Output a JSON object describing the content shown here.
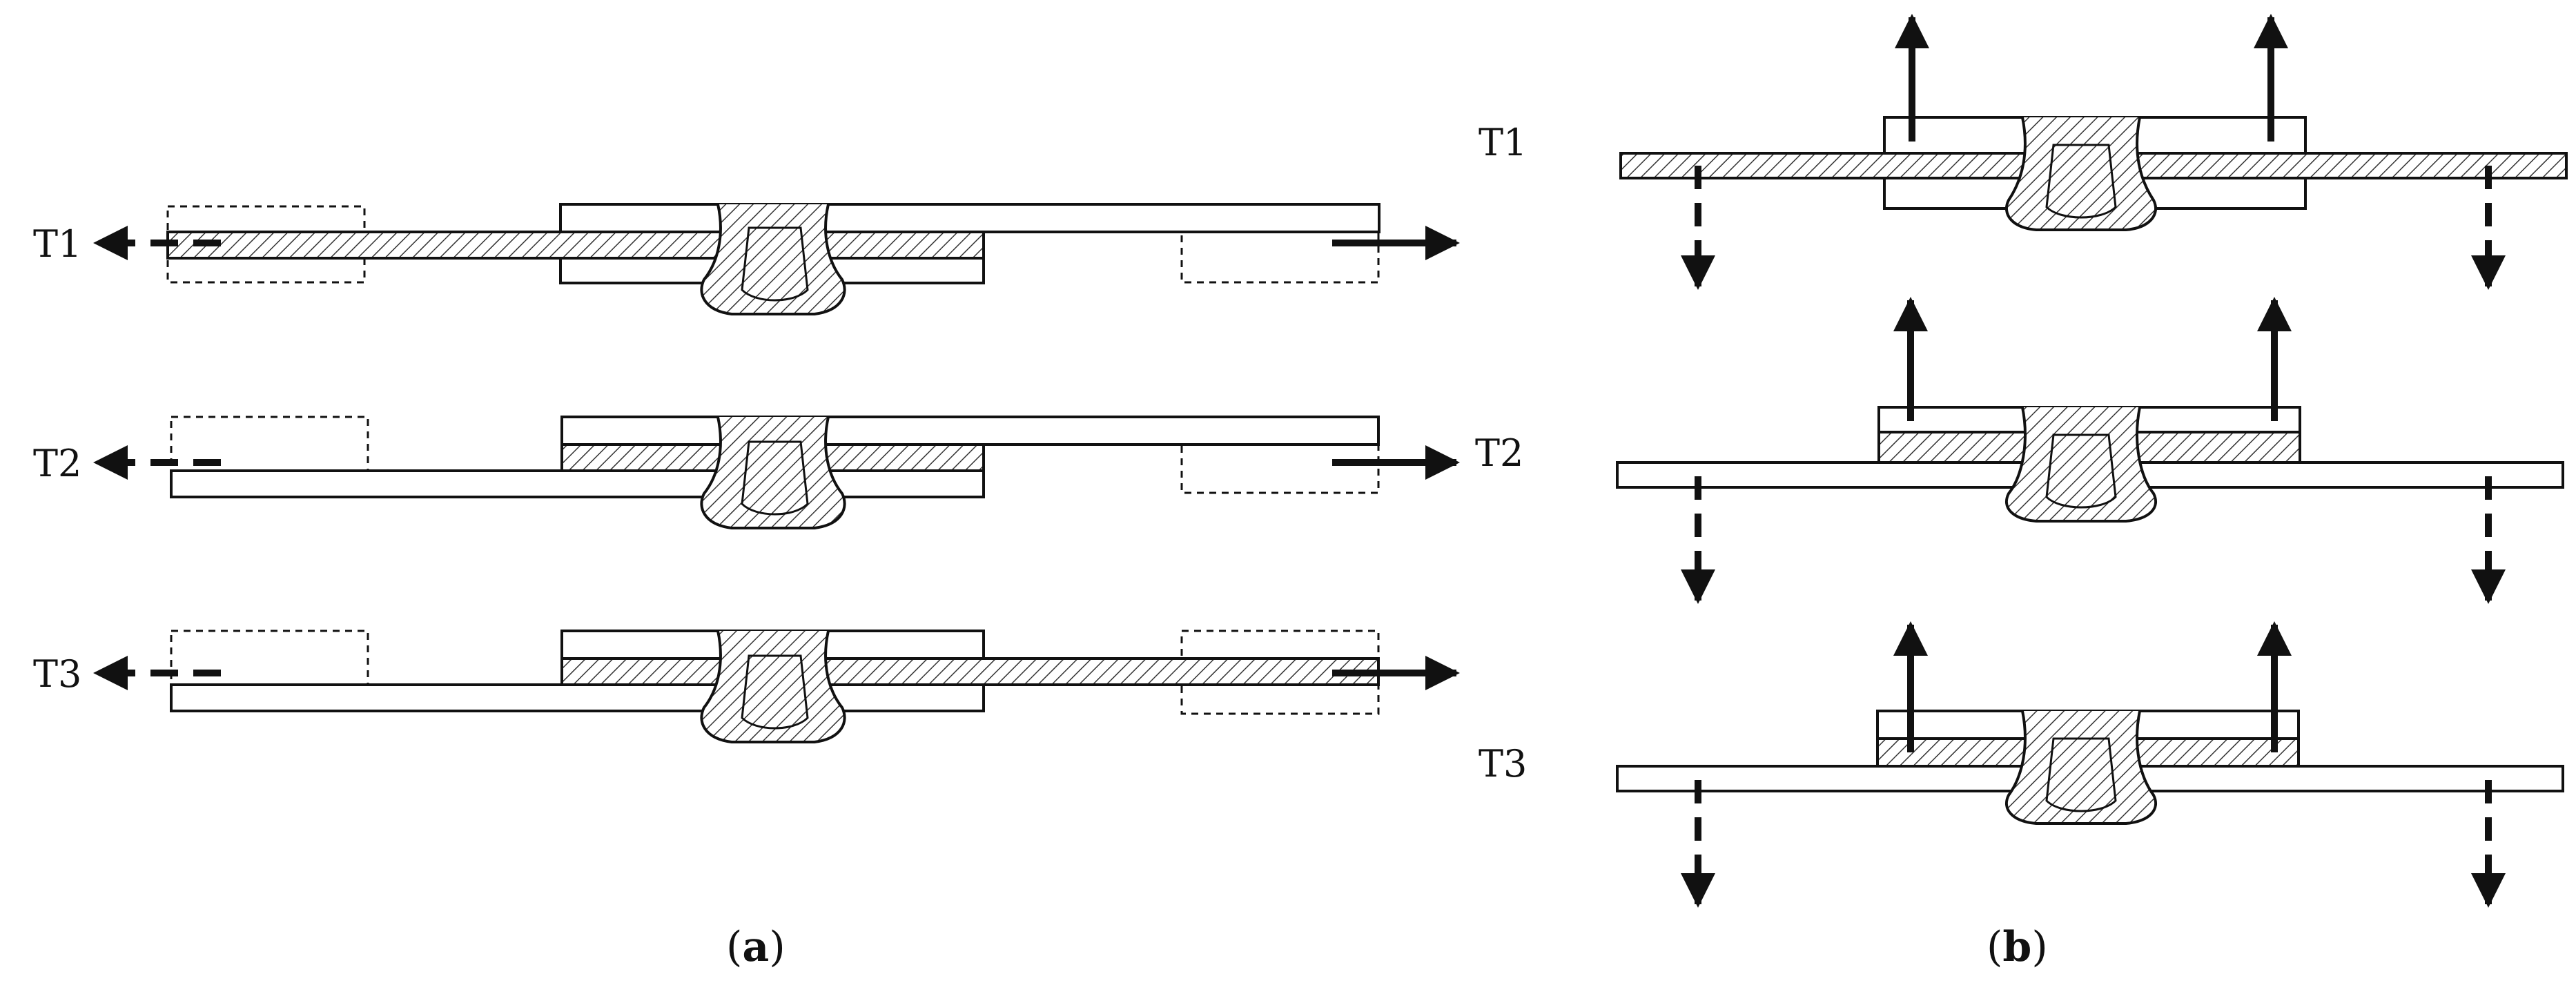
{
  "panels": {
    "a": {
      "caption": {
        "open": "(",
        "letter": "a",
        "close": ")"
      },
      "labels": [
        "T1",
        "T2",
        "T3"
      ]
    },
    "b": {
      "caption": {
        "open": "(",
        "letter": "b",
        "close": ")"
      },
      "labels": [
        "T1",
        "T2",
        "T3"
      ]
    }
  },
  "colors": {
    "ink": "#111111",
    "hatch": "#333333",
    "background": "#ffffff"
  }
}
